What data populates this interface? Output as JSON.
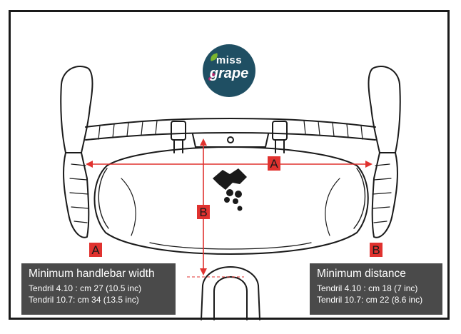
{
  "logo": {
    "line1": "miss",
    "line2": "grape"
  },
  "labels": {
    "dimension_a": "A",
    "dimension_b": "B",
    "corner_a": "A",
    "corner_b": "B"
  },
  "left_box": {
    "title": "Minimum handlebar width",
    "rows": [
      {
        "model": "Tendril 4.10 :",
        "value": "cm 27 (10.5 inc)"
      },
      {
        "model": "Tendril 10.7:",
        "value": "cm 34 (13.5 inc)"
      }
    ]
  },
  "right_box": {
    "title": "Minimum distance",
    "rows": [
      {
        "model": "Tendril 4.10 :",
        "value": "cm 18 (7 inc)"
      },
      {
        "model": "Tendril 10.7:",
        "value": "cm 22 (8.6 inc)"
      }
    ]
  },
  "colors": {
    "accent": "#e0322f",
    "box": "#4a4a4a",
    "logo": "#1f4f63",
    "line": "#1a1a1a"
  }
}
